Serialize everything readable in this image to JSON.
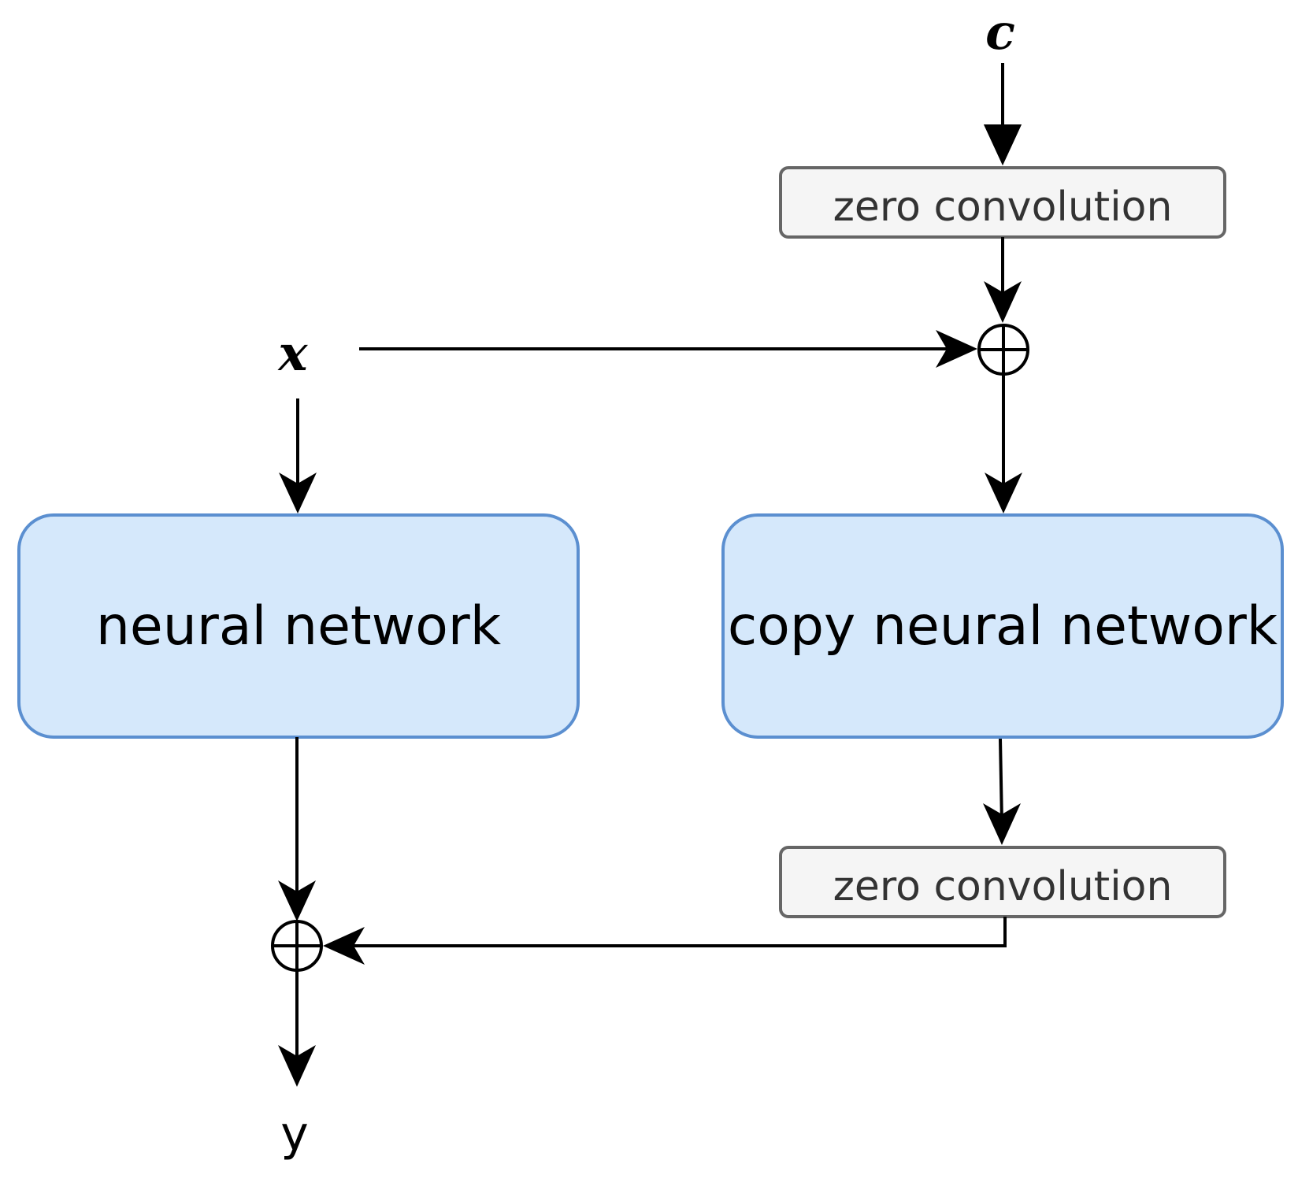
{
  "diagram": {
    "inputs": {
      "c": "c",
      "x": "x"
    },
    "output": {
      "y": "y"
    },
    "blocks": {
      "neural_network": "neural network",
      "copy_neural_network": "copy neural network",
      "zero_conv_top": "zero convolution",
      "zero_conv_bottom": "zero convolution"
    },
    "operators": {
      "add_top": "⊕",
      "add_bottom": "⊕"
    }
  },
  "colors": {
    "network_fill": "#d5e8fb",
    "network_stroke": "#5b8fd0",
    "conv_fill": "#f5f5f5",
    "conv_stroke": "#666666",
    "line": "#000000"
  }
}
